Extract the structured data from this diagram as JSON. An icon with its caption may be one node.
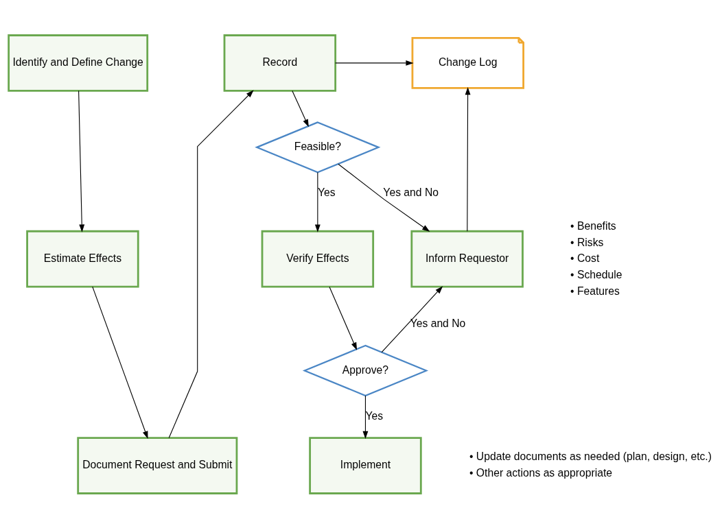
{
  "diagram": {
    "nodes": [
      {
        "text": [
          "Identify and Define Change"
        ]
      },
      {
        "text": [
          "Estimate Effects"
        ],
        "beside": [
          "• Benefits",
          "• Risks",
          "• Cost",
          "• Schedule",
          "• Features"
        ]
      },
      {
        "text": [
          "Document Request and Submit"
        ]
      },
      {
        "text": [
          "Record"
        ]
      },
      {
        "text": [
          "Change Log"
        ]
      },
      {
        "text": [
          "Feasible?"
        ]
      },
      {
        "text": [
          "Verify Effects"
        ]
      },
      {
        "text": [
          "Inform Requestor"
        ]
      },
      {
        "text": [
          "Approve?"
        ]
      },
      {
        "text": [
          "Implement"
        ],
        "beside": [
          "• Update documents as needed (plan, design, etc.)",
          "• Other actions as appropriate"
        ]
      }
    ],
    "edges": [
      {
        "from": 0,
        "to": 1,
        "arrow": "to"
      },
      {
        "from": 1,
        "to": 2,
        "arrow": "to"
      },
      {
        "from": 2,
        "to": 3,
        "arrow": "to"
      },
      {
        "from": 3,
        "to": 4,
        "arrow": "to"
      },
      {
        "from": 3,
        "to": 5,
        "arrow": "to"
      },
      {
        "from": 5,
        "to": 7,
        "arrow": "to",
        "label": "Yes and No"
      },
      {
        "from": 5,
        "to": 6,
        "arrow": "to",
        "label": "Yes"
      },
      {
        "from": 6,
        "to": 8,
        "arrow": "to"
      },
      {
        "from": 8,
        "to": 7,
        "arrow": "to",
        "label": "Yes and No"
      },
      {
        "from": 8,
        "to": 9,
        "arrow": "to",
        "label": "Yes"
      },
      {
        "from": 7,
        "to": 4,
        "arrow": "to"
      }
    ]
  }
}
